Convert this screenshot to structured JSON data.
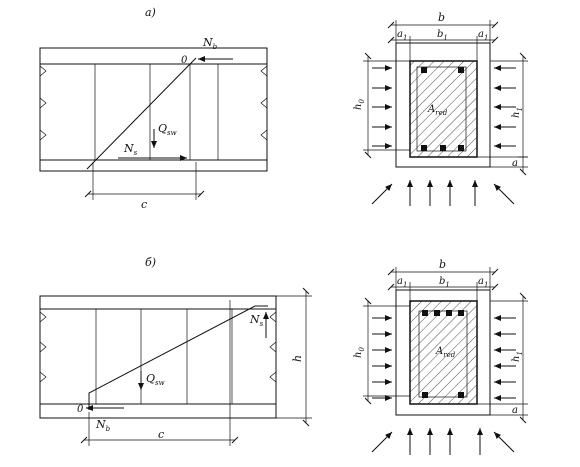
{
  "figure": {
    "panel_a": {
      "caption": "а)",
      "beam": {
        "labels": {
          "Nb": "N",
          "Nb_sub": "b",
          "zero": "0",
          "Qsw": "Q",
          "Qsw_sub": "sw",
          "Ns": "N",
          "Ns_sub": "s",
          "c": "c"
        }
      },
      "section": {
        "labels": {
          "b": "b",
          "a1_left": "a",
          "a1_left_sub": "1",
          "b1": "b",
          "b1_sub": "1",
          "a1_right": "a",
          "a1_right_sub": "1",
          "h0": "h",
          "h0_sub": "0",
          "h1": "h",
          "h1_sub": "1",
          "Ared": "A",
          "Ared_sub": "red",
          "a": "a"
        }
      }
    },
    "panel_b": {
      "caption": "б)",
      "beam": {
        "labels": {
          "Nb": "N",
          "Nb_sub": "b",
          "zero": "0",
          "Qsw": "Q",
          "Qsw_sub": "sw",
          "Ns": "N",
          "Ns_sub": "s",
          "c": "c",
          "h": "h"
        }
      },
      "section": {
        "labels": {
          "b": "b",
          "a1_left": "a",
          "a1_left_sub": "1",
          "b1": "b",
          "b1_sub": "1",
          "a1_right": "a",
          "a1_right_sub": "1",
          "h0": "h",
          "h0_sub": "0",
          "h1": "h",
          "h1_sub": "1",
          "Ared": "A",
          "Ared_sub": "red",
          "a": "a"
        }
      }
    }
  }
}
